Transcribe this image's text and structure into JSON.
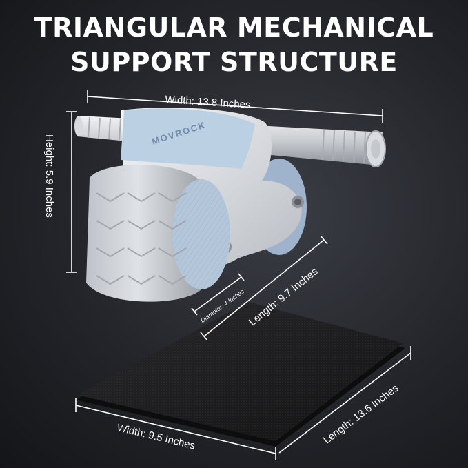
{
  "title": {
    "line1": "TRIANGULAR MECHANICAL",
    "line2": "SUPPORT STRUCTURE"
  },
  "brand": "MOVROCK",
  "dimensions": {
    "roller_width": "Width: 13.8 Inches",
    "roller_height": "Height: 5.9 Inches",
    "wheel_diameter": "Diameter: 4 Inches",
    "roller_length": "Length: 9.7 Inches",
    "mat_width": "Width: 9.5 Inches",
    "mat_length": "Length: 13.6 Inches"
  },
  "colors": {
    "background": "#23252a",
    "roller_body": "#e3e6ea",
    "accent_blue": "#b8cbe0",
    "mat": "#1a1a1a",
    "text": "#ffffff"
  }
}
